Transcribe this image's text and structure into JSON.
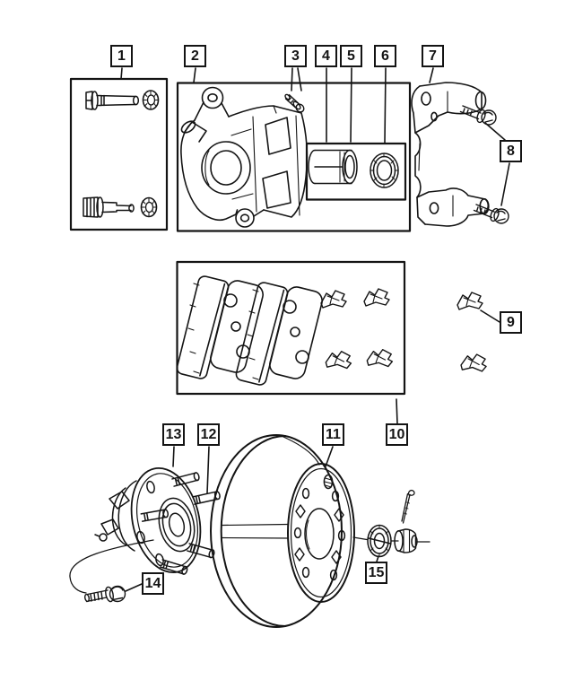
{
  "diagram": {
    "colors": {
      "line": "#141414",
      "background": "#ffffff"
    },
    "callouts": [
      {
        "label": "1",
        "part": "guide-pin-kit"
      },
      {
        "label": "2",
        "part": "disc-brake-caliper"
      },
      {
        "label": "3",
        "part": "bleeder-screw"
      },
      {
        "label": "4",
        "part": "piston-boot"
      },
      {
        "label": "5",
        "part": "caliper-piston"
      },
      {
        "label": "6",
        "part": "piston-seal"
      },
      {
        "label": "7",
        "part": "caliper-adapter-bracket"
      },
      {
        "label": "8",
        "part": "adapter-mounting-bolt"
      },
      {
        "label": "9",
        "part": "pad-retaining-clip"
      },
      {
        "label": "10",
        "part": "disc-brake-pad-kit"
      },
      {
        "label": "11",
        "part": "brake-rotor"
      },
      {
        "label": "12",
        "part": "wheel-stud"
      },
      {
        "label": "13",
        "part": "hub-and-bearing-assembly"
      },
      {
        "label": "14",
        "part": "hub-mounting-bolt"
      },
      {
        "label": "15",
        "part": "washer-nut-and-cotter-pin"
      }
    ]
  }
}
